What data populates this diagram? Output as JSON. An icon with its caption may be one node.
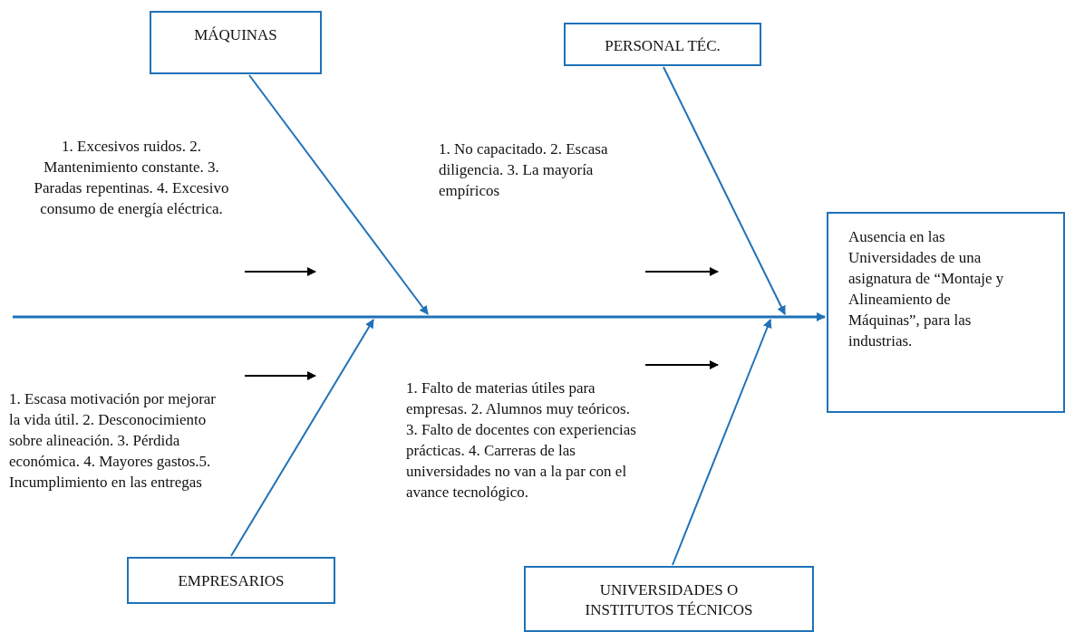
{
  "diagram": {
    "nodes": [
      {
        "text": [
          "MÁQUINAS"
        ]
      },
      {
        "text": [
          "PERSONAL  TÉC."
        ]
      },
      {
        "text": [
          "Ausencia en las Universidades de una asignatura de “Montaje y Alineamiento de Máquinas”, para las industrias."
        ]
      },
      {
        "text": [
          "EMPRESARIOS"
        ]
      },
      {
        "text": [
          "UNIVERSIDADES  O INSTITUTOS  TÉCNICOS"
        ]
      }
    ],
    "edges": [
      {
        "from": null,
        "to": 2,
        "arrow": "to"
      },
      {
        "from": 0,
        "to": null,
        "arrow": "to"
      },
      {
        "from": 1,
        "to": null,
        "arrow": "to"
      },
      {
        "from": 3,
        "to": null,
        "arrow": "to"
      },
      {
        "from": 4,
        "to": null,
        "arrow": "to"
      }
    ],
    "labels": [
      "1. Excesivos ruidos. 2. Mantenimiento constante. 3. Paradas repentinas. 4. Excesivo consumo de energía eléctrica.",
      "1. No capacitado. 2. Escasa diligencia. 3. La mayoría empíricos",
      "1. Escasa motivación por mejorar la vida útil. 2. Desconocimiento sobre alineación. 3. Pérdida económica. 4. Mayores gastos.5. Incumplimiento en las entregas",
      "1. Falto de materias útiles para empresas. 2. Alumnos muy teóricos. 3. Falto de docentes con experiencias prácticas. 4. Carreras de las universidades no van a la par con el avance tecnológico."
    ]
  }
}
